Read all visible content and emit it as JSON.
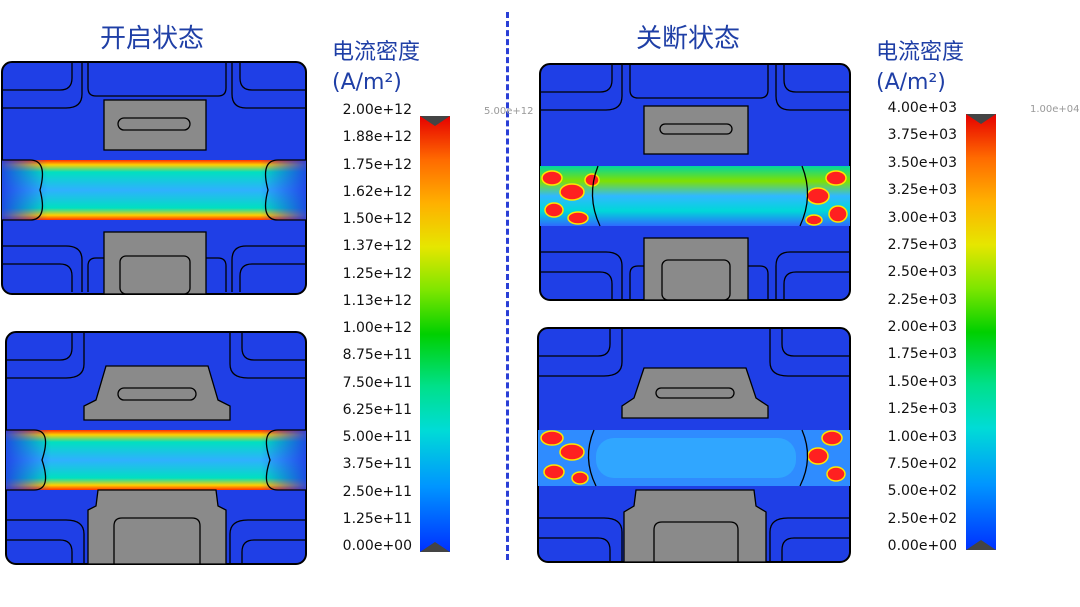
{
  "left": {
    "title": "开启状态",
    "unit_line1": "电流密度",
    "unit_line2": "(A/m²)",
    "colorbar_max_label": "5.00e+12",
    "ticks": [
      "2.00e+12",
      "1.88e+12",
      "1.75e+12",
      "1.62e+12",
      "1.50e+12",
      "1.37e+12",
      "1.25e+12",
      "1.13e+12",
      "1.00e+12",
      "8.75e+11",
      "7.50e+11",
      "6.25e+11",
      "5.00e+11",
      "3.75e+11",
      "2.50e+11",
      "1.25e+11",
      "0.00e+00"
    ]
  },
  "right": {
    "title": "关断状态",
    "unit_line1": "电流密度",
    "unit_line2": "(A/m²)",
    "colorbar_max_label": "1.00e+04",
    "ticks": [
      "4.00e+03",
      "3.75e+03",
      "3.50e+03",
      "3.25e+03",
      "3.00e+03",
      "2.75e+03",
      "2.50e+03",
      "2.25e+03",
      "2.00e+03",
      "1.75e+03",
      "1.50e+03",
      "1.25e+03",
      "1.00e+03",
      "7.50e+02",
      "5.00e+02",
      "2.50e+02",
      "0.00e+00"
    ]
  },
  "colors": {
    "background_field": "#1f3fe6",
    "metal_gray": "#8a8a8a",
    "title_blue": "#1f3fa6",
    "divider_blue": "#2a3fd6"
  }
}
